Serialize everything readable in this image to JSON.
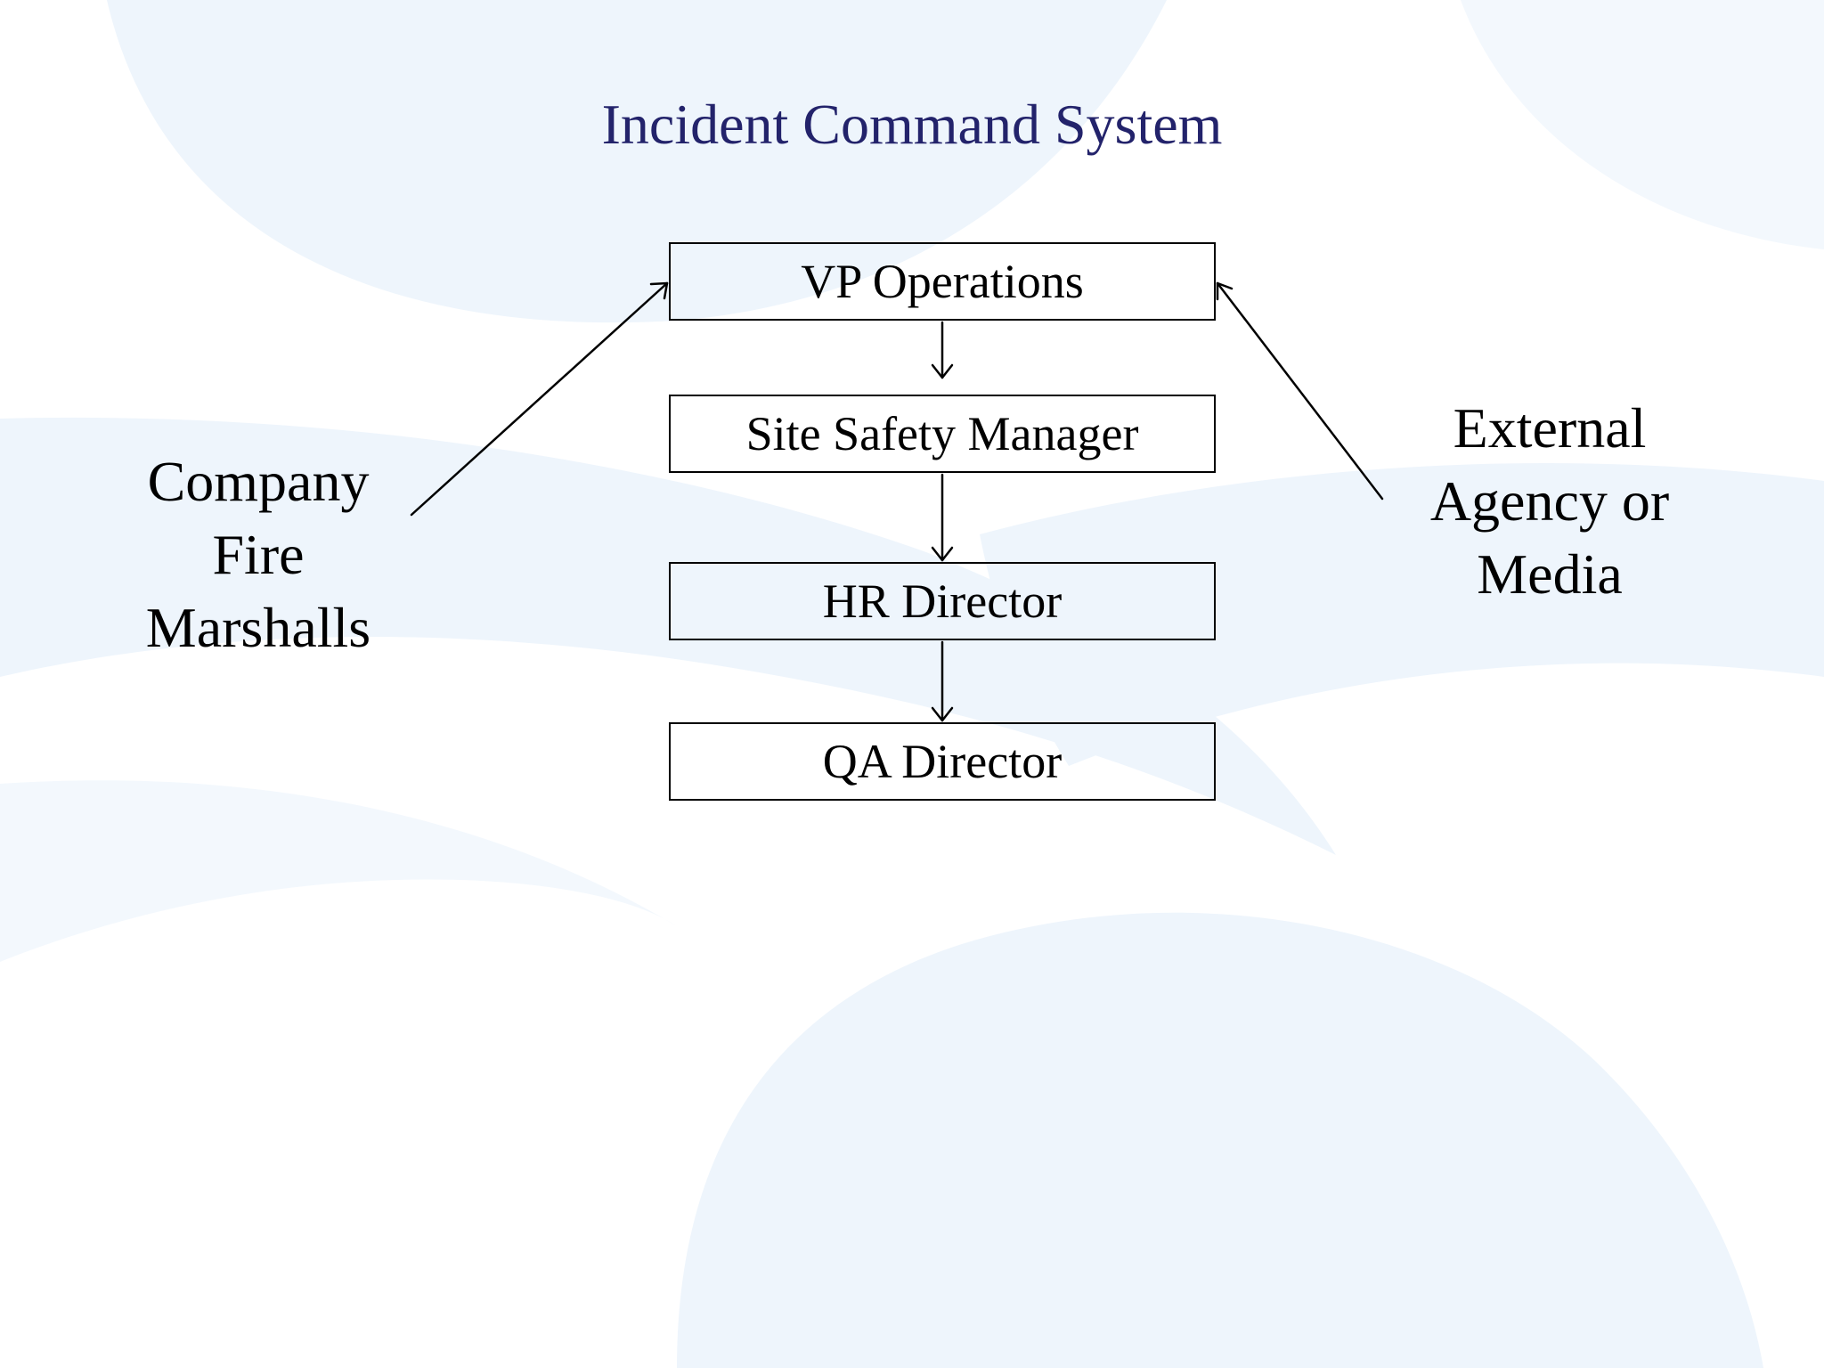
{
  "slide": {
    "title": "Incident Command System"
  },
  "chain": [
    {
      "label": "VP Operations"
    },
    {
      "label": "Site Safety Manager"
    },
    {
      "label": "HR Director"
    },
    {
      "label": "QA Director"
    }
  ],
  "left_input": {
    "lines": [
      "Company",
      "Fire",
      "Marshalls"
    ]
  },
  "right_input": {
    "lines": [
      "External",
      "Agency or",
      "Media"
    ]
  },
  "colors": {
    "title": "#23236b",
    "background_swirl": "#eef5fc",
    "lines": "#000000"
  }
}
